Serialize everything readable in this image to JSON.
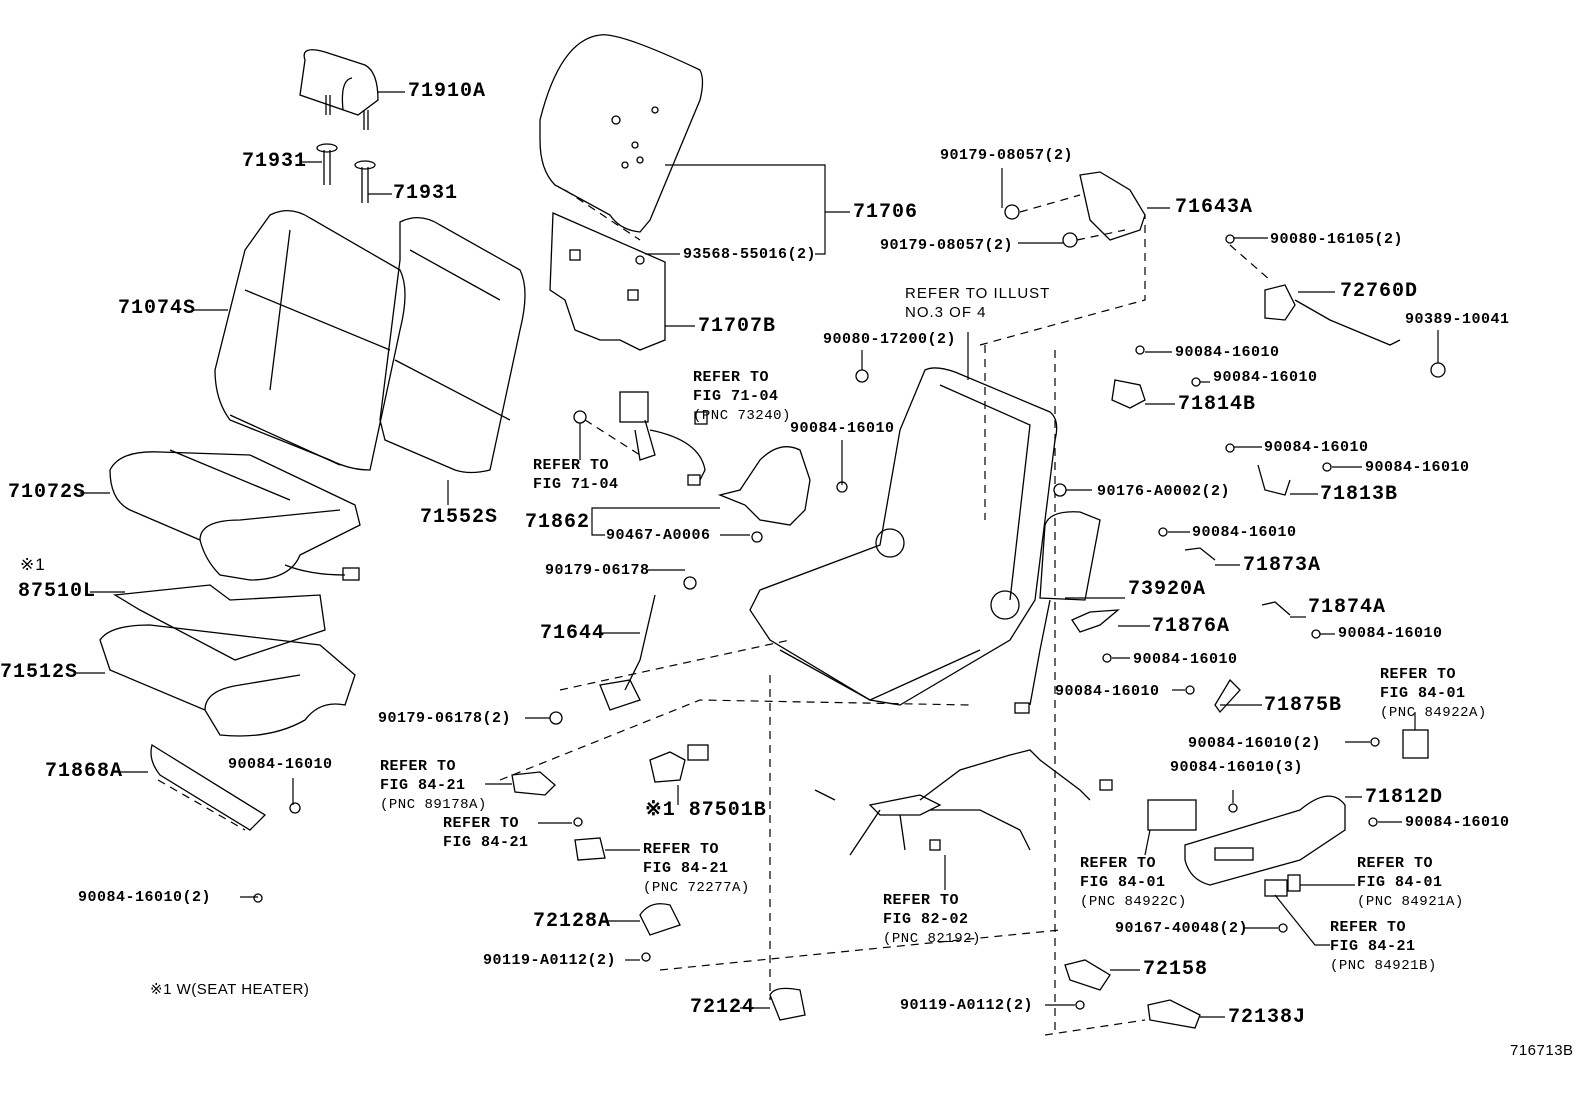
{
  "diagram": {
    "illustration_id": "716713B",
    "footnote": "※1 W(SEAT HEATER)",
    "parts": {
      "p71910A": "71910A",
      "p71931a": "71931",
      "p71931b": "71931",
      "p71074S": "71074S",
      "p71072S": "71072S",
      "p71552S": "71552S",
      "mark1": "※1",
      "p87510L": "87510L",
      "p71512S": "71512S",
      "p71868A": "71868A",
      "p90084_16010_a": "90084-16010",
      "p90084_16010_2a": "90084-16010(2)",
      "p71706": "71706",
      "p93568": "93568-55016(2)",
      "p71707B": "71707B",
      "p71862": "71862",
      "p90467": "90467-A0006",
      "p90084_16010_b": "90084-16010",
      "p90179_06178": "90179-06178",
      "p71644": "71644",
      "p90179_06178_2": "90179-06178(2)",
      "p87501B": "※1 87501B",
      "p72128A": "72128A",
      "p90119_a": "90119-A0112(2)",
      "p72124": "72124",
      "p90179_08057_top": "90179-08057(2)",
      "p90179_08057_mid": "90179-08057(2)",
      "p71643A": "71643A",
      "p90080_17200": "90080-17200(2)",
      "p90080_16105": "90080-16105(2)",
      "p72760D": "72760D",
      "p90389": "90389-10041",
      "p90084_16010_c": "90084-16010",
      "p90084_16010_d": "90084-16010",
      "p71814B": "71814B",
      "p90084_16010_e": "90084-16010",
      "p90084_16010_f": "90084-16010",
      "p71813B": "71813B",
      "p90176": "90176-A0002(2)",
      "p90084_16010_g": "90084-16010",
      "p71873A": "71873A",
      "p73920A": "73920A",
      "p71874A": "71874A",
      "p90084_16010_h": "90084-16010",
      "p71876A": "71876A",
      "p90084_16010_i": "90084-16010",
      "p90084_16010_j": "90084-16010",
      "p71875B": "71875B",
      "p90084_16010_2b": "90084-16010(2)",
      "p90084_16010_3": "90084-16010(3)",
      "p71812D": "71812D",
      "p90084_16010_k": "90084-16010",
      "p90167": "90167-40048(2)",
      "p72158": "72158",
      "p90119_b": "90119-A0112(2)",
      "p72138J": "72138J"
    },
    "references": {
      "illust": "REFER TO ILLUST\nNO.3 OF 4",
      "buckle_a": "REFER TO\nFIG 71-04",
      "buckle_a_pnc": "(PNC 73240)",
      "buckle_b": "REFER TO\nFIG 71-04",
      "sensor_a": "REFER TO\nFIG 84-21",
      "sensor_a_pnc": "(PNC 89178A)",
      "sensor_b": "REFER TO\nFIG 84-21",
      "sensor_c": "REFER TO\nFIG 84-21",
      "sensor_c_pnc": "(PNC 72277A)",
      "harness": "REFER TO\nFIG 82-02",
      "harness_pnc": "(PNC 82192)",
      "switch_a": "REFER TO\nFIG 84-01",
      "switch_a_pnc": "(PNC 84922A)",
      "switch_c": "REFER TO\nFIG 84-01",
      "switch_c_pnc": "(PNC 84922C)",
      "knob_a": "REFER TO\nFIG 84-01",
      "knob_a_pnc": "(PNC 84921A)",
      "knob_b": "REFER TO\nFIG 84-21",
      "knob_b_pnc": "(PNC 84921B)"
    }
  }
}
